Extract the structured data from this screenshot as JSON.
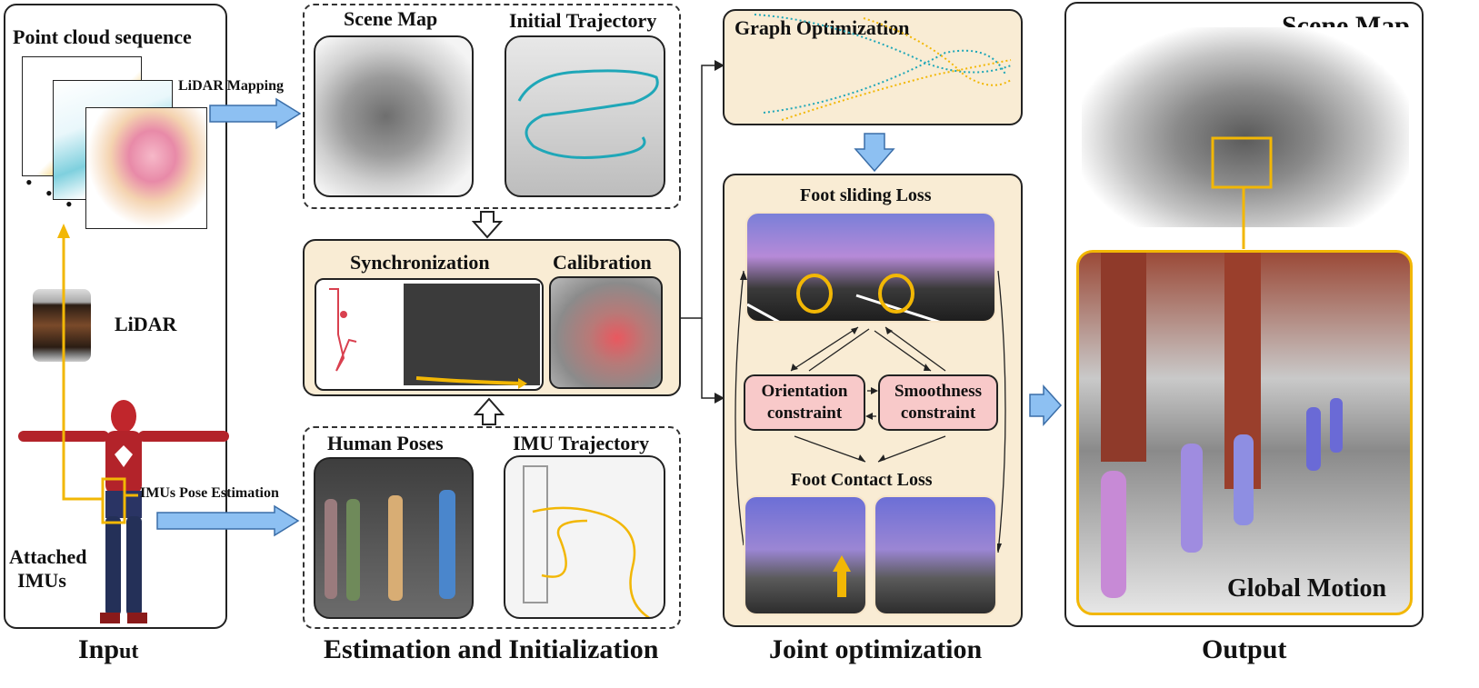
{
  "input": {
    "point_cloud_title": "Point cloud sequence",
    "lidar_mapping": "LiDAR Mapping",
    "lidar_label": "LiDAR",
    "imus_pose_estimation": "IMUs Pose Estimation",
    "attached_imus_line1": "Attached",
    "attached_imus_line2": "IMUs",
    "caption_main": "Inp",
    "caption_tail": "ut"
  },
  "estimation": {
    "scene_map": "Scene Map",
    "initial_trajectory": "Initial Trajectory",
    "synchronization": "Synchronization",
    "calibration": "Calibration",
    "human_poses": "Human Poses",
    "imu_trajectory": "IMU Trajectory",
    "caption": "Estimation and Initialization"
  },
  "joint": {
    "graph_optimization": "Graph Optimization",
    "foot_sliding_loss": "Foot sliding Loss",
    "orientation_line1": "Orientation",
    "orientation_line2": "constraint",
    "smoothness_line1": "Smoothness",
    "smoothness_line2": "constraint",
    "foot_contact_loss": "Foot Contact Loss",
    "caption": "Joint optimization"
  },
  "output": {
    "scene_map": "Scene Map",
    "global_motion": "Global Motion",
    "caption": "Output"
  },
  "colors": {
    "arrow_blue": "#8dc0f2",
    "arrow_blue_edge": "#3b6ea8",
    "highlight_orange": "#f2b705",
    "panel_beige": "#f9ecd4",
    "constraint_pink": "#f8c9c9",
    "trajectory_teal": "#1fa7b8"
  }
}
